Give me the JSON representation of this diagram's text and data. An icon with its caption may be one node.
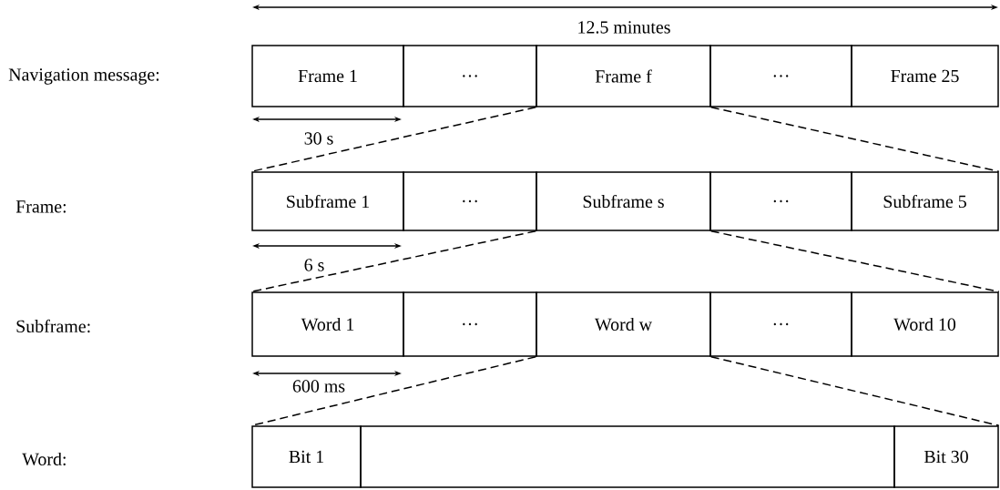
{
  "diagram": {
    "nodes": [
      {
        "text": [
          "Frame 1"
        ]
      },
      {
        "text": [
          "…"
        ]
      },
      {
        "text": [
          "Frame f"
        ]
      },
      {
        "text": [
          "…"
        ]
      },
      {
        "text": [
          "Frame 25"
        ]
      },
      {
        "text": [
          "Subframe 1"
        ]
      },
      {
        "text": [
          "…"
        ]
      },
      {
        "text": [
          "Subframe s"
        ]
      },
      {
        "text": [
          "…"
        ]
      },
      {
        "text": [
          "Subframe 5"
        ]
      },
      {
        "text": [
          "Word 1"
        ]
      },
      {
        "text": [
          "…"
        ]
      },
      {
        "text": [
          "Word w"
        ]
      },
      {
        "text": [
          "…"
        ]
      },
      {
        "text": [
          "Word 10"
        ]
      },
      {
        "text": [
          "Bit 1"
        ]
      },
      {
        "text": [],
        "shape": "box"
      },
      {
        "text": [
          "Bit 30"
        ]
      }
    ],
    "edges": [
      {
        "from": 2,
        "to": 5,
        "arrow": "none",
        "style": "dashed"
      },
      {
        "from": 2,
        "to": 9,
        "arrow": "none",
        "style": "dashed"
      },
      {
        "from": 7,
        "to": 10,
        "arrow": "none",
        "style": "dashed"
      },
      {
        "from": 7,
        "to": 14,
        "arrow": "none",
        "style": "dashed"
      },
      {
        "from": 12,
        "to": 15,
        "arrow": "none",
        "style": "dashed"
      },
      {
        "from": 12,
        "to": 17,
        "arrow": "none",
        "style": "dashed"
      }
    ],
    "labels": [
      "12.5 minutes",
      "Navigation message:",
      "30 s",
      "Frame:",
      "6 s",
      "Subframe:",
      "600 ms",
      "Word:"
    ]
  }
}
